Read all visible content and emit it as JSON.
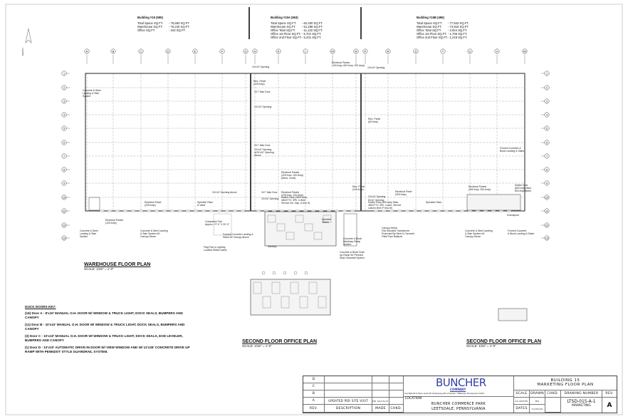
{
  "buildings": [
    {
      "title": "Building #15 (595)",
      "rows": [
        [
          "Total Space SQ.FT.",
          "- 76,583 SQ.FT."
        ],
        [
          "Warehouse SQ.FT.",
          "- 76,240 SQ.FT."
        ],
        [
          "Office SQ.FT.",
          "- 343 SQ.FT."
        ]
      ]
    },
    {
      "title": "Building #15A (553)",
      "rows": [
        [
          "Total Space SQ.FT.",
          "- 62,400 SQ.FT."
        ],
        [
          "Warehouse SQ.FT.",
          "- 51,268 SQ.FT."
        ],
        [
          "Office Total SQ.FT.",
          "- 11,132 SQ.FT."
        ],
        [
          "Office 1st Floor SQ.FT.",
          "- 5,701 SQ.FT."
        ],
        [
          "Office 2nd Floor SQ.FT.",
          "- 5,431 SQ.FT."
        ]
      ]
    },
    {
      "title": "Building #15B (495)",
      "rows": [
        [
          "Total Space SQ.FT.",
          "- 77,843 SQ.FT."
        ],
        [
          "Warehouse SQ.FT.",
          "- 74,919 SQ.FT."
        ],
        [
          "Office Total SQ.FT.",
          "- 2,924 SQ.FT."
        ],
        [
          "Office 1st Floor SQ.FT.",
          "- 1,706 SQ.FT."
        ],
        [
          "Office 2nd Floor SQ.FT.",
          "- 1,218 SQ.FT."
        ]
      ]
    }
  ],
  "north_label": "NORTH",
  "column_labels": [
    "A",
    "B",
    "C",
    "D",
    "E",
    "F",
    "G",
    "H",
    "K",
    "L",
    "M",
    "N",
    "P",
    "R",
    "S",
    "T",
    "U",
    "V",
    "W"
  ],
  "row_labels": [
    "1",
    "2",
    "3",
    "4",
    "5",
    "6",
    "7",
    "8",
    "9",
    "10",
    "11",
    "12",
    "13"
  ],
  "annotations": [
    "10'x10' Opening",
    "Elec. Panel\n(225 Amp)",
    "3'x7' Man Door",
    "10'x10' Opening",
    "3'x7' Man Door",
    "10'x10' Opening\nw/10'x10' Opening\nAbove",
    "Electrical Panels\n(100 Amp, 600 Amp, 200 Amp)",
    "10'x10' Opening",
    "Elec. Panel\n(60 Amp)",
    "Concrete & Steel\nLanding & Stair\nSystem",
    "Electrical Panels\n(225 Amp, 100 Amp)\n(Mezz. Level)",
    "10'x10' Opening Above",
    "3'x7' Man Door",
    "10'x10' Opening",
    "Electrical Panel\n(225 Amp)",
    "Sprinkler Riser\n& Valve",
    "Electrical Panels\n(225 Amp, 100 Amp)",
    "Switch Gear (1600 Amp,\n480/277V, 3Ph, 4-Wire,\nService ent. Insp. A thru H)",
    "Elec. Panel\n(225 Amp)",
    "10'x10' Opening",
    "8'x10' Opening",
    "Switch Gear (800 Amp Main,\n480/277V, 3Ph, 4-wire, Service\ncolumn lines P thru W)",
    "Electrical Panel\n(250 Amp)",
    "Sprinkler Riser",
    "Electrical Panels\n(250 Amp, 250 Amp)",
    "Switch Gear\n(800 Amp Main,\n800 Amp Main)",
    "Formed Concrete &\nBlock Landing & Stairs",
    "Downspout",
    "Electrical Panels\n(100 Amp)",
    "Concrete & Steel\nLanding & Stair\nSystem",
    "Concrete & Steel Landing\n& Stair System W/\nCanopy Above",
    "Compactor Pad\nApprox. 27'-0\" X 20'-0\"",
    "Formed Concrete Landing &\nStairs W/ Canopy Above",
    "Flag Pole & Lighting\nLocated Within Island",
    "Sanitary",
    "Sprinkler\nValves",
    "Canopy Above",
    "Pad Mounted Transformer\nProtected By Steel & Concrete\nFilled Pipe Bollards",
    "Concrete & Block\nHandicap Ramp\nSystem",
    "Concrete & Block Drive\nUp Ramp W/ Penndot\nStyle Guardrail System.",
    "Concrete & Steel Landing\n& Stair System W/\nCanopy Above",
    "Formed Concrete\n& Block Landing & Stairs"
  ],
  "plans": {
    "warehouse": {
      "title": "WAREHOUSE FLOOR PLAN",
      "scale": "SCALE: 1/32\" = 1'-0\""
    },
    "second_floor_a": {
      "title": "SECOND FLOOR OFFICE PLAN",
      "scale": "SCALE: 1/32\" = 1'-0\""
    },
    "second_floor_b": {
      "title": "SECOND FLOOR OFFICE PLAN",
      "scale": "SCALE: 1/32\" = 1'-0\""
    }
  },
  "dock_key": {
    "title": "DOCK DOORS KEY:",
    "items": [
      "(16) Door A  - 8'x10' MANUAL O.H. DOOR W/ WINDOW & TRUCK LIGHT, DOCK SEALS, BUMPERS AND CANOPY",
      "(11) Door B - 10'x10' MANUAL O.H. DOOR W/ WINDOW & TRUCK LIGHT, DOCK SEALS, BUMPERS AND CANOPY",
      "(3) Door C  - 10'x10' MANUAL O.H. DOOR W/ WINDOW & TRUCK LIGHT, DOCK SEALS, EOD LEVELER, BUMPERS AND CANOPY",
      "(1) Door D  - 10'x10' AUTOMATIC DRIVE-IN DOOR W/ VIEW WINDOW AND W/ 12'x36' CONCRETE DRIVE UP RAMP WITH PENNDOT STYLE GUARDRAIL SYSTEM."
    ]
  },
  "title_block": {
    "revisions": [
      {
        "rev": "D",
        "description": "",
        "made": "",
        "chkd": ""
      },
      {
        "rev": "C",
        "description": "",
        "made": "",
        "chkd": ""
      },
      {
        "rev": "B",
        "description": "",
        "made": "",
        "chkd": ""
      },
      {
        "rev": "A",
        "description": "UPDATED PER SITE VISIT",
        "made": "MD 04/15/21",
        "chkd": ""
      }
    ],
    "headers": {
      "rev": "REV.",
      "description": "DESCRIPTION",
      "made": "MADE",
      "chkd": "CHKD."
    },
    "logo": "BUNCHER",
    "logo_sub": "COMPANY",
    "address": "One Waterfront Place, Suite 201   Developing with a Purpose™   Pittsburgh, Pennsylvania 15222",
    "location_label": "LOCATION:",
    "location_line1": "BUNCHER COMMERCE PARK",
    "location_line2": "LEETSDALE, PENNSYLVANIA",
    "drawing_title_1": "BUILDING 15",
    "drawing_title_2": "MARKETING FLOOR PLAN",
    "scale_label": "SCALE",
    "scale_value": "AS NOTED",
    "drawn_label": "DRAWN",
    "drawn_value": "MD",
    "chkd_label": "CHKD.",
    "dates_label": "DATES",
    "dates_value": "12/08/20",
    "drawing_number_label": "DRAWING NUMBER",
    "drawing_number": "LTSD-015-A-1",
    "drawing_sub": "MARKETING",
    "rev_label": "REV.",
    "rev_value": "A",
    "brand_color": "#3340a0"
  }
}
